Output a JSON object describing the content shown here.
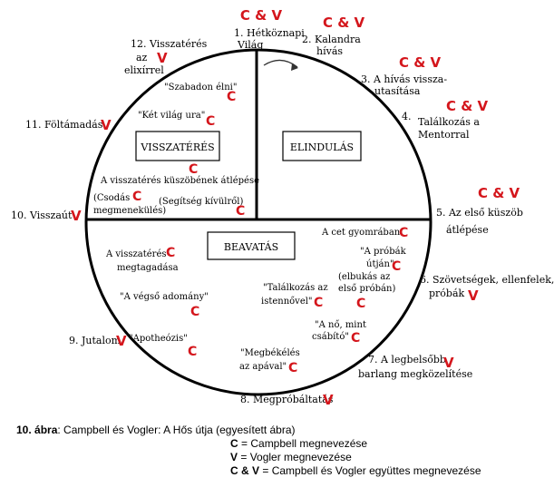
{
  "stages": {
    "s1": {
      "lines": [
        "1. Hétköznapi",
        "Világ"
      ],
      "marker": "C & V"
    },
    "s2": {
      "lines": [
        "2. Kalandra",
        "hívás"
      ],
      "marker": "C & V"
    },
    "s3": {
      "lines": [
        "3. A hívás vissza-",
        "utasítása"
      ],
      "marker": "C & V"
    },
    "s4": {
      "lines": [
        "Találkozás a",
        "Mentorral"
      ],
      "num": "4.",
      "marker": "C & V"
    },
    "s5": {
      "lines": [
        "5. Az első küszöb",
        "átlépése"
      ],
      "marker": "C & V"
    },
    "s6": {
      "lines": [
        "6. Szövetségek, ellenfelek,",
        "próbák"
      ],
      "marker": "V"
    },
    "s7": {
      "lines": [
        "7. A legbelsőbb",
        "barlang megközelítése"
      ],
      "marker": "V"
    },
    "s8": {
      "lines": [
        "8. Megpróbáltatás"
      ],
      "marker": "V"
    },
    "s9": {
      "lines": [
        "9. Jutalom"
      ],
      "marker": "V"
    },
    "s10": {
      "lines": [
        "10. Visszaút"
      ],
      "marker": "V"
    },
    "s11": {
      "lines": [
        "11. Föltámadás"
      ],
      "marker": "V"
    },
    "s12": {
      "lines": [
        "12. Visszatérés",
        "az",
        "elixírrel"
      ],
      "marker": "V"
    }
  },
  "sections": {
    "visszateres": "VISSZATÉRÉS",
    "elindulas": "ELINDULÁS",
    "beavatas": "BEAVATÁS"
  },
  "campbell_items": {
    "szabadon": {
      "lines": [
        "\"Szabadon élni\""
      ],
      "marker": "C"
    },
    "ket_vilag": {
      "lines": [
        "\"Két világ ura\""
      ],
      "marker": "C"
    },
    "kuszob_atlepese": {
      "lines": [
        "A visszatérés küszöbének átlépése"
      ],
      "marker": "C"
    },
    "csodas": {
      "lines": [
        "(Csodás",
        "megmenekülés)"
      ],
      "marker": "C"
    },
    "segitseg": {
      "lines": [
        "(Segítség kívülről)"
      ],
      "marker": "C"
    },
    "cet": {
      "lines": [
        "A cet gyomrában"
      ],
      "marker": "C"
    },
    "probak": {
      "lines": [
        "\"A próbák",
        "útján\""
      ],
      "marker": "C"
    },
    "megtagadasa": {
      "lines": [
        "A visszatérés",
        "megtagadása"
      ],
      "marker": "C"
    },
    "vegso": {
      "lines": [
        "\"A végső adomány\""
      ],
      "marker": "C"
    },
    "istennovel": {
      "lines": [
        "\"Találkozás az",
        "istennővel\""
      ],
      "marker": "C"
    },
    "elbukas": {
      "lines": [
        "(elbukás az",
        "első próbán)"
      ],
      "marker": "C"
    },
    "no": {
      "lines": [
        "\"A nő, mint",
        "csábító\""
      ],
      "marker": "C"
    },
    "apotheozis": {
      "lines": [
        "\"Apotheózis\""
      ],
      "marker": "C"
    },
    "megbekeles": {
      "lines": [
        "\"Megbékélés",
        "az apával\""
      ],
      "marker": "C"
    }
  },
  "caption": {
    "label": "10. ábra",
    "text": ": Campbell és Vogler: A Hős útja (egyesített ábra)",
    "legend": [
      {
        "key": "C",
        "text": " = Campbell megnevezése"
      },
      {
        "key": "V",
        "text": " = Vogler megnevezése"
      },
      {
        "key": "C & V",
        "text": " = Campbell és Vogler együttes megnevezése"
      }
    ]
  },
  "colors": {
    "marker": "#d4161c",
    "line": "#000000"
  },
  "icons": {
    "arrow": "curved-arrow-icon"
  }
}
